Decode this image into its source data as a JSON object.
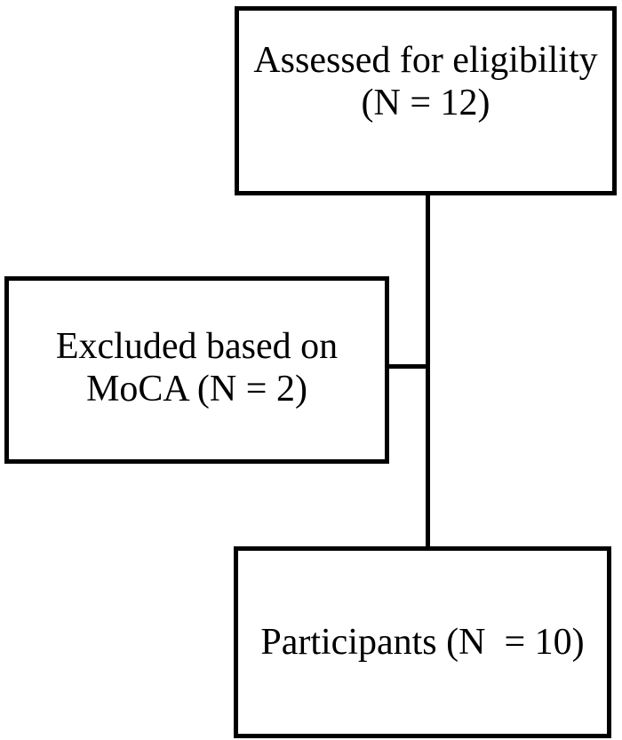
{
  "diagram": {
    "type": "participant-flow-chart",
    "title": "",
    "nodes": [
      {
        "id": "assessed",
        "label": "Assessed for eligibility\n(N = 12)",
        "count": 12,
        "count_label": "(N = 12)",
        "heading": "Assessed for eligibility"
      },
      {
        "id": "excluded",
        "label": "Excluded based on\nMoCA (N = 2)",
        "count": 2,
        "count_label": "(N = 2)",
        "heading": "Excluded based on MoCA"
      },
      {
        "id": "participants",
        "label": "Participants (N  = 10)",
        "count": 10,
        "count_label": "(N  = 10)",
        "heading": "Participants"
      }
    ],
    "edges": [
      {
        "id": "assessed-to-participants",
        "from": "assessed",
        "to": "participants",
        "orientation": "vertical"
      },
      {
        "id": "spine-to-excluded",
        "from": "assessed-to-participants",
        "to": "excluded",
        "orientation": "horizontal"
      }
    ],
    "colors": {
      "background": "#ffffff",
      "border": "#000000",
      "text": "#000000",
      "connector": "#000000"
    }
  }
}
